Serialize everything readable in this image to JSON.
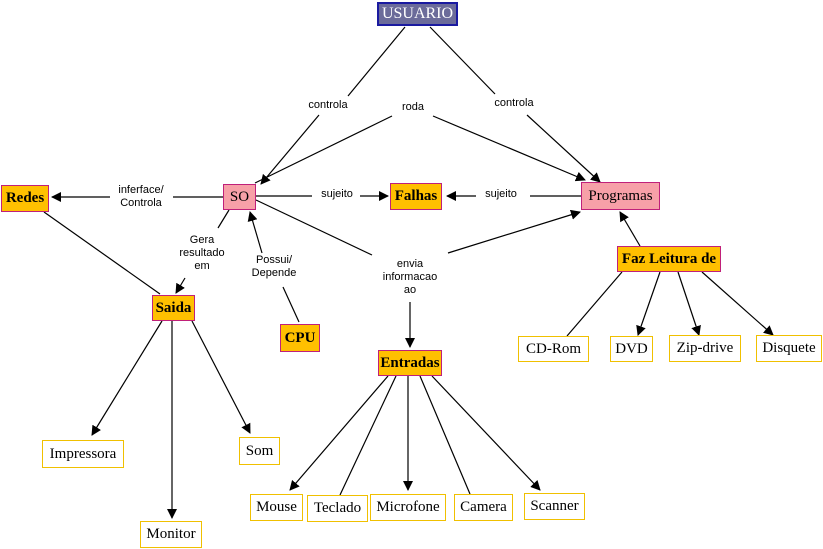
{
  "nodes": {
    "usuario": "USUARIO",
    "so": "SO",
    "programas": "Programas",
    "falhas": "Falhas",
    "redes": "Redes",
    "saida": "Saida",
    "cpu": "CPU",
    "entradas": "Entradas",
    "faz_leitura": "Faz Leitura de",
    "impressora": "Impressora",
    "som": "Som",
    "monitor": "Monitor",
    "mouse": "Mouse",
    "teclado": "Teclado",
    "microfone": "Microfone",
    "camera": "Camera",
    "scanner": "Scanner",
    "cdrom": "CD-Rom",
    "dvd": "DVD",
    "zipdrive": "Zip-drive",
    "disquete": "Disquete"
  },
  "links": {
    "controla_left": "controla",
    "roda": "roda",
    "controla_right": "controla",
    "interface": "inferface/\nControla",
    "sujeito_left": "sujeito",
    "sujeito_right": "sujeito",
    "gera": "Gera\nresultado\nem",
    "possui": "Possui/\nDepende",
    "envia": "envia\ninformacao\nao"
  }
}
